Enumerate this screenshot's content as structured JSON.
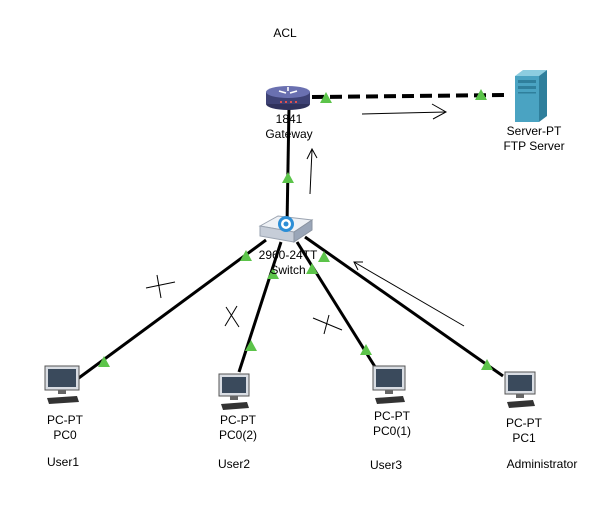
{
  "title": "ACL",
  "devices": {
    "router": {
      "model": "1841",
      "name": "Gateway",
      "icon": "router-icon"
    },
    "server": {
      "model": "Server-PT",
      "name": "FTP Server",
      "icon": "server-icon"
    },
    "switch": {
      "model": "2960-24TT",
      "name": "Switch",
      "icon": "switch-icon"
    },
    "pc0": {
      "model": "PC-PT",
      "name": "PC0",
      "user": "User1",
      "icon": "pc-icon"
    },
    "pc02": {
      "model": "PC-PT",
      "name": "PC0(2)",
      "user": "User2",
      "icon": "pc-icon"
    },
    "pc01": {
      "model": "PC-PT",
      "name": "PC0(1)",
      "user": "User3",
      "icon": "pc-icon"
    },
    "pc1": {
      "model": "PC-PT",
      "name": "PC1",
      "user": "Administrator",
      "icon": "pc-icon"
    }
  },
  "links": [
    {
      "from": "router",
      "to": "server",
      "style": "dashed"
    },
    {
      "from": "switch",
      "to": "router",
      "style": "solid"
    },
    {
      "from": "switch",
      "to": "pc0",
      "style": "solid",
      "crossed": true
    },
    {
      "from": "switch",
      "to": "pc02",
      "style": "solid",
      "crossed": true
    },
    {
      "from": "switch",
      "to": "pc01",
      "style": "solid",
      "crossed": true
    },
    {
      "from": "switch",
      "to": "pc1",
      "style": "solid",
      "crossed": false
    }
  ],
  "colors": {
    "link": "#000000",
    "port_up": "#5cc44a",
    "server": "#4aa3c2",
    "router": "#3e4275"
  }
}
